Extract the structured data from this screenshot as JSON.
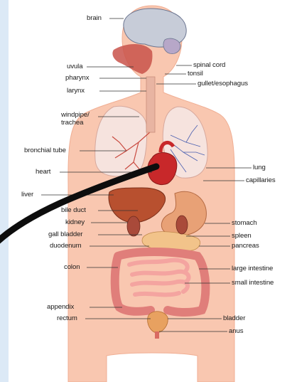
{
  "labels": {
    "left": {
      "brain": "brain",
      "uvula": "uvula",
      "pharynx": "pharynx",
      "larynx": "larynx",
      "windpipe_1": "windpipe/",
      "windpipe_2": "trachea",
      "bronchial_tube": "bronchial tube",
      "heart": "heart",
      "liver": "liver",
      "bile_duct": "bile duct",
      "kidney": "kidney",
      "gall_bladder": "gall bladder",
      "duodenum": "duodenum",
      "colon": "colon",
      "appendix": "appendix",
      "rectum": "rectum"
    },
    "right": {
      "spinal_cord": "spinal cord",
      "tonsil": "tonsil",
      "gullet": "gullet/esophagus",
      "lung": "lung",
      "capillaries": "capillaries",
      "stomach": "stomach",
      "spleen": "spleen",
      "pancreas": "pancreas",
      "large_intestine": "large intestine",
      "small_intestine": "small intestine",
      "bladder": "bladder",
      "anus": "anus"
    }
  },
  "colors": {
    "skin": "#f9c7b0",
    "skin_edge": "#f0ae93",
    "lung": "#f6e3de",
    "lung_vessel": "#c94a40",
    "heart": "#c8282a",
    "liver": "#b8502f",
    "stomach": "#e8a176",
    "intestine": "#f4a4a0",
    "brain": "#c7ccd8",
    "pointer": "#0d0d0d"
  }
}
